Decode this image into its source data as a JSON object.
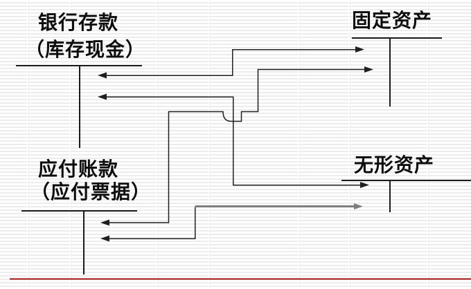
{
  "slide": {
    "colors": {
      "line_black": "#1f1f1f",
      "line_gray": "#7d7d7d",
      "accent_red": "#a11212",
      "stripe": "#ececec",
      "text": "#0d0d0d"
    },
    "accounts": {
      "bank": {
        "title": "银行存款",
        "subtitle": "（库存现金）"
      },
      "fixed": {
        "title": "固定资产"
      },
      "payable": {
        "title": "应付账款",
        "subtitle": "（应付票据）"
      },
      "intangible": {
        "title": "无形资产"
      }
    },
    "connections": [
      {
        "id": "bank-fixed",
        "between": [
          "银行存款",
          "固定资产"
        ],
        "arrowheads": "both",
        "line": "black"
      },
      {
        "id": "payable-fixed",
        "between": [
          "应付账款",
          "固定资产"
        ],
        "arrowheads": "both",
        "line": "black",
        "crossing": "arc-jump"
      },
      {
        "id": "bank-intangible",
        "between": [
          "银行存款",
          "无形资产"
        ],
        "arrowheads": "both",
        "line": "black"
      },
      {
        "id": "payable-intangible",
        "between": [
          "应付账款",
          "无形资产"
        ],
        "arrowheads": "both",
        "line": "gray"
      }
    ]
  }
}
